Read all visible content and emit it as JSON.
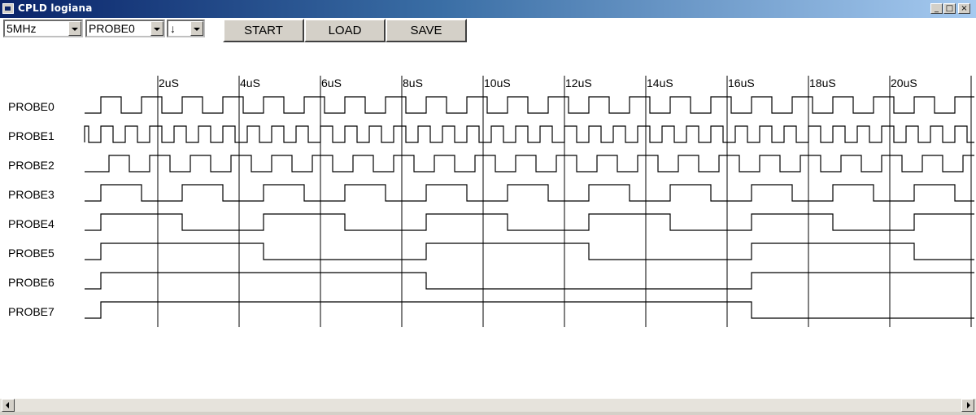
{
  "window": {
    "title": "CPLD logiana",
    "controls": {
      "minimize": "_",
      "maximize": "□",
      "close": "×"
    }
  },
  "toolbar": {
    "clock_select": "5MHz",
    "probe_select": "PROBE0",
    "edge_select": "↓",
    "start_label": "START",
    "load_label": "LOAD",
    "save_label": "SAVE"
  },
  "time_axis": {
    "labels": [
      "2uS",
      "4uS",
      "6uS",
      "8uS",
      "10uS",
      "12uS",
      "14uS",
      "16uS",
      "18uS",
      "20uS"
    ],
    "line_color": "#000000"
  },
  "probes": [
    {
      "name": "PROBE0",
      "period_us": 1.0,
      "first_rise_us": 0.6
    },
    {
      "name": "PROBE1",
      "period_us": 0.6,
      "first_rise_us": 0.0
    },
    {
      "name": "PROBE2",
      "period_us": 1.0,
      "first_rise_us": 0.8
    },
    {
      "name": "PROBE3",
      "period_us": 2.0,
      "first_rise_us": 0.6
    },
    {
      "name": "PROBE4",
      "period_us": 4.0,
      "first_rise_us": 0.6
    },
    {
      "name": "PROBE5",
      "period_us": 8.0,
      "first_rise_us": 0.6
    },
    {
      "name": "PROBE6",
      "period_us": 16.0,
      "first_rise_us": 0.6
    },
    {
      "name": "PROBE7",
      "period_us": 32.0,
      "first_rise_us": 0.6
    }
  ],
  "scrollbar": {
    "icons": [
      "scroll-left-icon",
      "scroll-right-icon"
    ]
  }
}
